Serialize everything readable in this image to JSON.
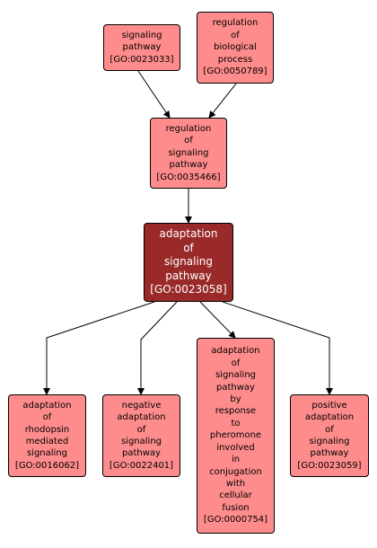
{
  "colors": {
    "related_fill": "#ff8c8c",
    "focus_fill": "#9a2a2a",
    "focus_text": "#ffffff",
    "border": "#000000",
    "edge": "#000000"
  },
  "nodes": {
    "n0023033": {
      "label": "signaling\npathway\n[GO:0023033]"
    },
    "n0050789": {
      "label": "regulation\nof\nbiological\nprocess\n[GO:0050789]"
    },
    "n0035466": {
      "label": "regulation\nof\nsignaling\npathway\n[GO:0035466]"
    },
    "n0023058": {
      "label": "adaptation\nof\nsignaling\npathway\n[GO:0023058]"
    },
    "n0016062": {
      "label": "adaptation\nof\nrhodopsin\nmediated\nsignaling\n[GO:0016062]"
    },
    "n0022401": {
      "label": "negative\nadaptation\nof\nsignaling\npathway\n[GO:0022401]"
    },
    "n0000754": {
      "label": "adaptation\nof\nsignaling\npathway\nby\nresponse\nto\npheromone\ninvolved\nin\nconjugation\nwith\ncellular\nfusion\n[GO:0000754]"
    },
    "n0023059": {
      "label": "positive\nadaptation\nof\nsignaling\npathway\n[GO:0023059]"
    }
  },
  "edges": [
    {
      "from": "n0023033",
      "to": "n0035466"
    },
    {
      "from": "n0050789",
      "to": "n0035466"
    },
    {
      "from": "n0035466",
      "to": "n0023058"
    },
    {
      "from": "n0023058",
      "to": "n0016062"
    },
    {
      "from": "n0023058",
      "to": "n0022401"
    },
    {
      "from": "n0023058",
      "to": "n0000754"
    },
    {
      "from": "n0023058",
      "to": "n0023059"
    }
  ]
}
